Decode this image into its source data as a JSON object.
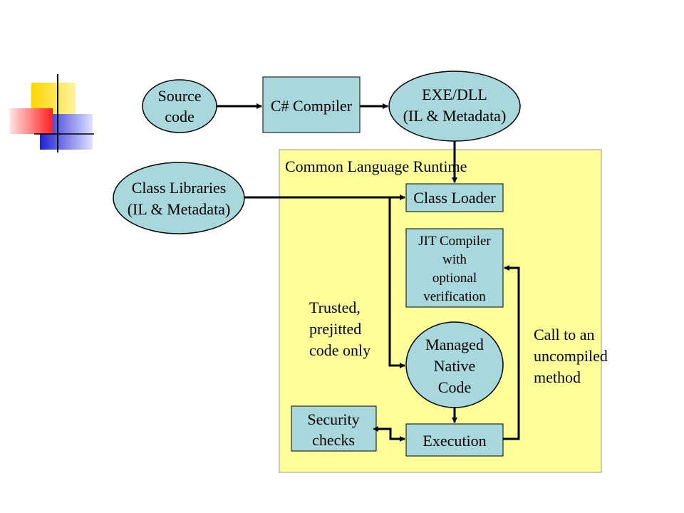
{
  "slide": {
    "diagram": {
      "nodes": {
        "source_code": {
          "lines": [
            "Source",
            "code"
          ]
        },
        "csharp_compiler": {
          "lines": [
            "C# Compiler"
          ]
        },
        "exe_dll": {
          "lines": [
            "EXE/DLL",
            "(IL & Metadata)"
          ]
        },
        "class_libraries": {
          "lines": [
            "Class Libraries",
            "(IL & Metadata)"
          ]
        },
        "clr": {
          "label": "Common Language Runtime"
        },
        "class_loader": {
          "lines": [
            "Class Loader"
          ]
        },
        "jit_compiler": {
          "lines": [
            "JIT Compiler",
            "with",
            "optional",
            "verification"
          ]
        },
        "managed_native_code": {
          "lines": [
            "Managed",
            "Native",
            "Code"
          ]
        },
        "security_checks": {
          "lines": [
            "Security",
            "checks"
          ]
        },
        "execution": {
          "lines": [
            "Execution"
          ]
        }
      },
      "annotations": {
        "trusted": [
          "Trusted,",
          "prejitted",
          "code only"
        ],
        "call_to_uncompiled": [
          "Call to an",
          "uncompiled",
          "method"
        ]
      },
      "colors": {
        "ellipse_fill": "#a8d8dc",
        "box_fill": "#a8d8dc",
        "clr_fill": "#ffff99",
        "stroke": "#000000"
      }
    }
  }
}
